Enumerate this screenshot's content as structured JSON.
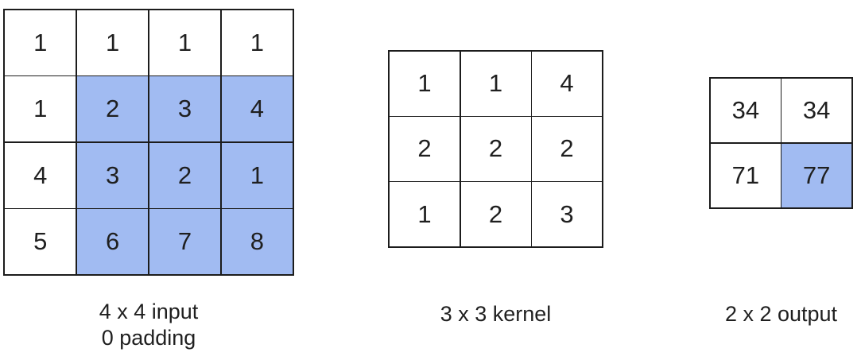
{
  "colors": {
    "highlight": "#a1bbf2",
    "line": "#1c1c1c",
    "text": "#1f1f1f",
    "background": "#ffffff"
  },
  "grids": [
    {
      "id": "input",
      "cols": 4,
      "rows": 4,
      "cells": [
        {
          "v": "1"
        },
        {
          "v": "1"
        },
        {
          "v": "1"
        },
        {
          "v": "1"
        },
        {
          "v": "1"
        },
        {
          "v": "2",
          "h": true
        },
        {
          "v": "3",
          "h": true
        },
        {
          "v": "4",
          "h": true
        },
        {
          "v": "4"
        },
        {
          "v": "3",
          "h": true
        },
        {
          "v": "2",
          "h": true
        },
        {
          "v": "1",
          "h": true
        },
        {
          "v": "5"
        },
        {
          "v": "6",
          "h": true
        },
        {
          "v": "7",
          "h": true
        },
        {
          "v": "8",
          "h": true
        }
      ],
      "labels": [
        "4 x 4 input",
        "0 padding"
      ]
    },
    {
      "id": "kernel",
      "cols": 3,
      "rows": 3,
      "cells": [
        {
          "v": "1"
        },
        {
          "v": "1"
        },
        {
          "v": "4"
        },
        {
          "v": "2"
        },
        {
          "v": "2"
        },
        {
          "v": "2"
        },
        {
          "v": "1"
        },
        {
          "v": "2"
        },
        {
          "v": "3"
        }
      ],
      "labels": [
        "3 x 3 kernel"
      ]
    },
    {
      "id": "output",
      "cols": 2,
      "rows": 2,
      "cells": [
        {
          "v": "34"
        },
        {
          "v": "34"
        },
        {
          "v": "71"
        },
        {
          "v": "77",
          "h": true
        }
      ],
      "labels": [
        "2 x 2 output"
      ]
    }
  ]
}
